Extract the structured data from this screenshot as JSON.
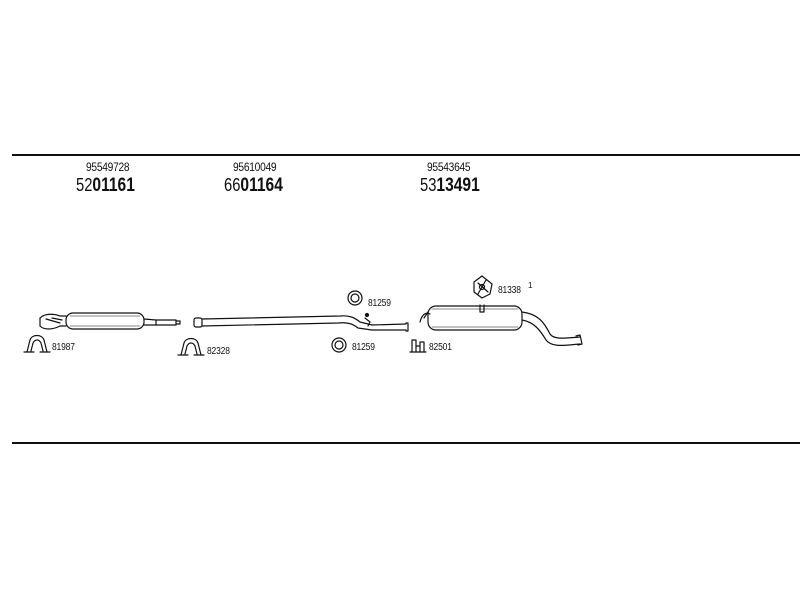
{
  "sections": [
    {
      "part_number": "95549728",
      "code_prefix": "52",
      "code_main": "01161"
    },
    {
      "part_number": "95610049",
      "code_prefix": "66",
      "code_main": "01164"
    },
    {
      "part_number": "95543645",
      "code_prefix": "53",
      "code_main": "13491"
    }
  ],
  "labels": {
    "clamp_front": "81987",
    "clamp_mid": "82328",
    "ring_upper": "81259",
    "ring_lower": "81259",
    "bracket": "82501",
    "rubber_mount": "81338",
    "rubber_mount_qty": "1"
  },
  "colors": {
    "line": "#111111",
    "background": "#ffffff"
  }
}
